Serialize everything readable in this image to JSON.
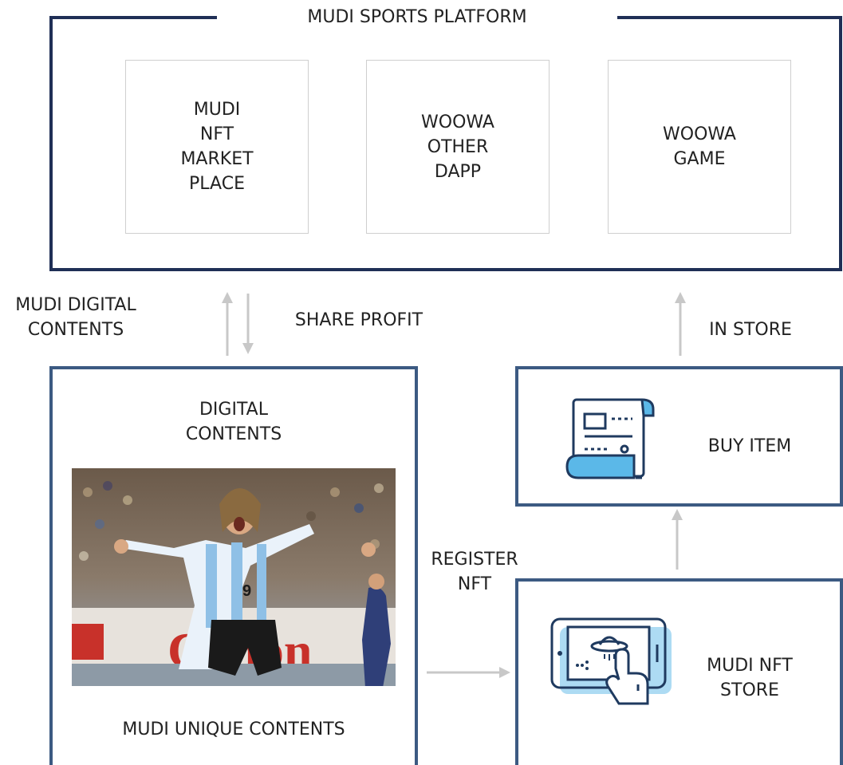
{
  "platform": {
    "title": "MUDI  SPORTS PLATFORM",
    "boxes": [
      {
        "lines": [
          "MUDI",
          "NFT",
          "MARKET",
          "PLACE"
        ]
      },
      {
        "lines": [
          "WOOWA",
          "OTHER",
          "DAPP"
        ]
      },
      {
        "lines": [
          "WOOWA",
          "GAME"
        ]
      }
    ]
  },
  "flows": {
    "mudi_digital_contents": [
      "MUDI DIGITAL",
      "CONTENTS"
    ],
    "share_profit": "SHARE PROFIT",
    "in_store": "IN STORE",
    "register_nft": [
      "REGISTER",
      "NFT"
    ]
  },
  "digital_contents": {
    "title": [
      "DIGITAL",
      "CONTENTS"
    ],
    "caption": "MUDI UNIQUE CONTENTS"
  },
  "buy_item": {
    "label": "BUY ITEM",
    "icon": "receipt-scroll-icon"
  },
  "nft_store": {
    "label": [
      "MUDI NFT",
      "STORE"
    ],
    "icon": "tablet-touch-icon"
  },
  "colors": {
    "navy": "#1f2f56",
    "steel_blue": "#3c5a82",
    "arrow_gray": "#c8c8c8",
    "icon_blue": "#5bb8e8",
    "icon_dark": "#1f3a5f"
  }
}
